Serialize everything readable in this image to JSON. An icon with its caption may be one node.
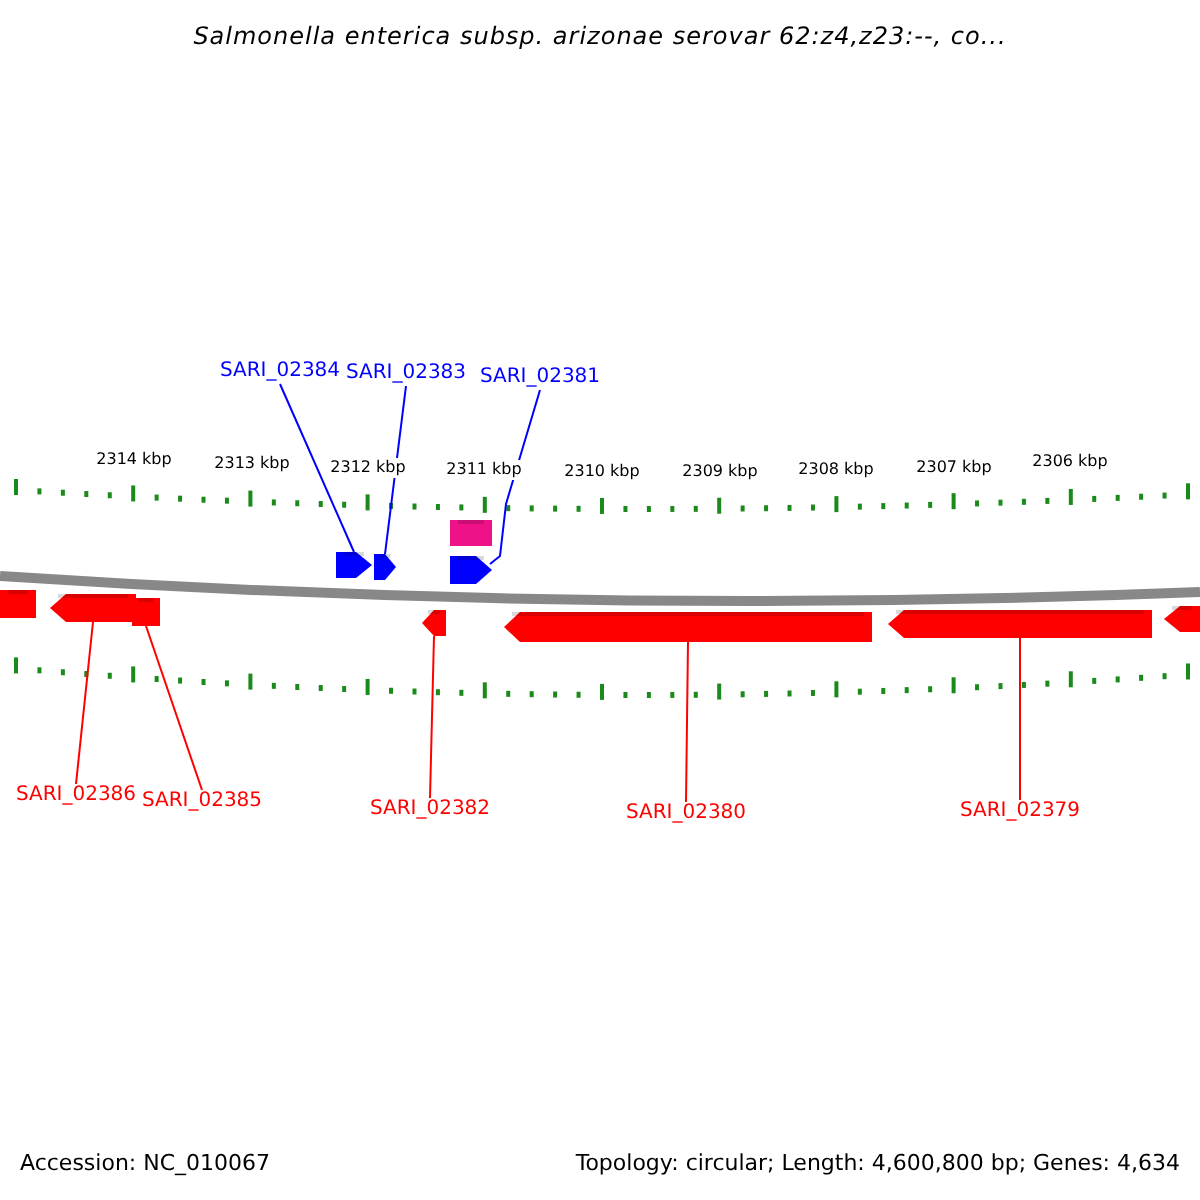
{
  "diagram": {
    "title": "Salmonella enterica subsp. arizonae serovar 62:z4,z23:--, co...",
    "nodes": [
      {
        "text": [
          "SARI_02384"
        ]
      },
      {
        "text": [
          "SARI_02383"
        ]
      },
      {
        "text": [
          "SARI_02381"
        ]
      },
      {
        "text": [],
        "shape": "pentagon"
      },
      {
        "text": [],
        "shape": "pentagon"
      },
      {
        "text": [],
        "shape": "box"
      },
      {
        "text": [],
        "shape": "pentagon"
      },
      {
        "text": [],
        "shape": "pentagon"
      },
      {
        "text": [],
        "shape": "pentagon"
      },
      {
        "text": [],
        "shape": "pentagon"
      },
      {
        "text": [],
        "shape": "pentagon"
      },
      {
        "text": [],
        "shape": "pentagon"
      },
      {
        "text": [],
        "shape": "pentagon"
      },
      {
        "text": [],
        "shape": "pentagon"
      },
      {
        "text": [
          "SARI_02386"
        ]
      },
      {
        "text": [
          "SARI_02385"
        ]
      },
      {
        "text": [
          "SARI_02382"
        ]
      },
      {
        "text": [
          "SARI_02380"
        ]
      },
      {
        "text": [
          "SARI_02379"
        ]
      }
    ],
    "edges": [
      {
        "from": 0,
        "to": 3,
        "arrow": "none",
        "color": "#0000ff"
      },
      {
        "from": 1,
        "to": 4,
        "arrow": "none",
        "color": "#0000ff"
      },
      {
        "from": 2,
        "to": 6,
        "arrow": "none",
        "color": "#0000ff"
      },
      {
        "from": 14,
        "to": 8,
        "arrow": "none"
      },
      {
        "from": 15,
        "to": 9,
        "arrow": "none"
      },
      {
        "from": 16,
        "to": 10,
        "arrow": "none"
      },
      {
        "from": 17,
        "to": 11,
        "arrow": "none"
      },
      {
        "from": 18,
        "to": 12,
        "arrow": "none"
      }
    ],
    "labels": [
      "2314 kbp",
      "2313 kbp",
      "2312 kbp",
      "2311 kbp",
      "2310 kbp",
      "2309 kbp",
      "2308 kbp",
      "2307 kbp",
      "2306 kbp",
      "Accession: NC_010067",
      "Topology: circular; Length: 4,600,800 bp; Genes: 4,634"
    ]
  }
}
